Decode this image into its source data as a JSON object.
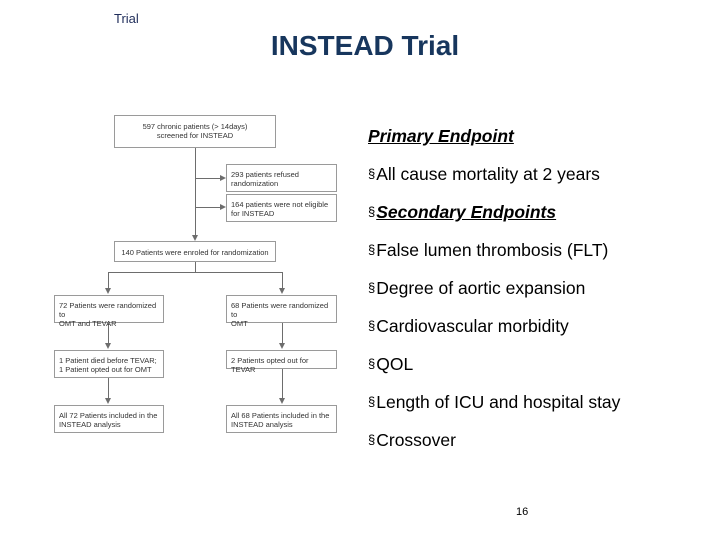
{
  "header": {
    "label": "Trial",
    "title": "INSTEAD Trial"
  },
  "flowchart": {
    "screened": {
      "line1": "597 chronic patients (> 14days)",
      "line2": "screened for INSTEAD"
    },
    "refused": {
      "line1": "293 patients refused",
      "line2": "randomization"
    },
    "not_eligible": {
      "line1": "164 patients were not eligible",
      "line2": "for INSTEAD"
    },
    "enrolled": "140 Patients were enroled for randomization",
    "left_randomized": {
      "line1": "72 Patients were randomized to",
      "line2": "OMT and TEVAR"
    },
    "right_randomized": {
      "line1": "68 Patients were randomized to",
      "line2": "OMT"
    },
    "left_events": {
      "line1": "1 Patient died before TEVAR;",
      "line2": "1 Patient opted out for OMT"
    },
    "right_events": "2 Patients opted out for TEVAR",
    "left_analysis": {
      "line1": "All 72 Patients included in the",
      "line2": "INSTEAD analysis"
    },
    "right_analysis": {
      "line1": "All 68 Patients included in the",
      "line2": "INSTEAD analysis"
    }
  },
  "endpoints": {
    "bullet_glyph": "§",
    "primary_heading": "Primary Endpoint",
    "primary_items": [
      "All cause mortality at 2 years"
    ],
    "secondary_heading": "Secondary Endpoints",
    "secondary_items": [
      "False lumen thrombosis (FLT)",
      "Degree of aortic expansion",
      "Cardiovascular morbidity",
      "QOL",
      "Length of ICU and hospital stay",
      "Crossover"
    ]
  },
  "footer": {
    "page_number": "16"
  },
  "colors": {
    "title": "#17365d",
    "box_border": "#9a9a9a",
    "connector": "#6d6d6d"
  }
}
